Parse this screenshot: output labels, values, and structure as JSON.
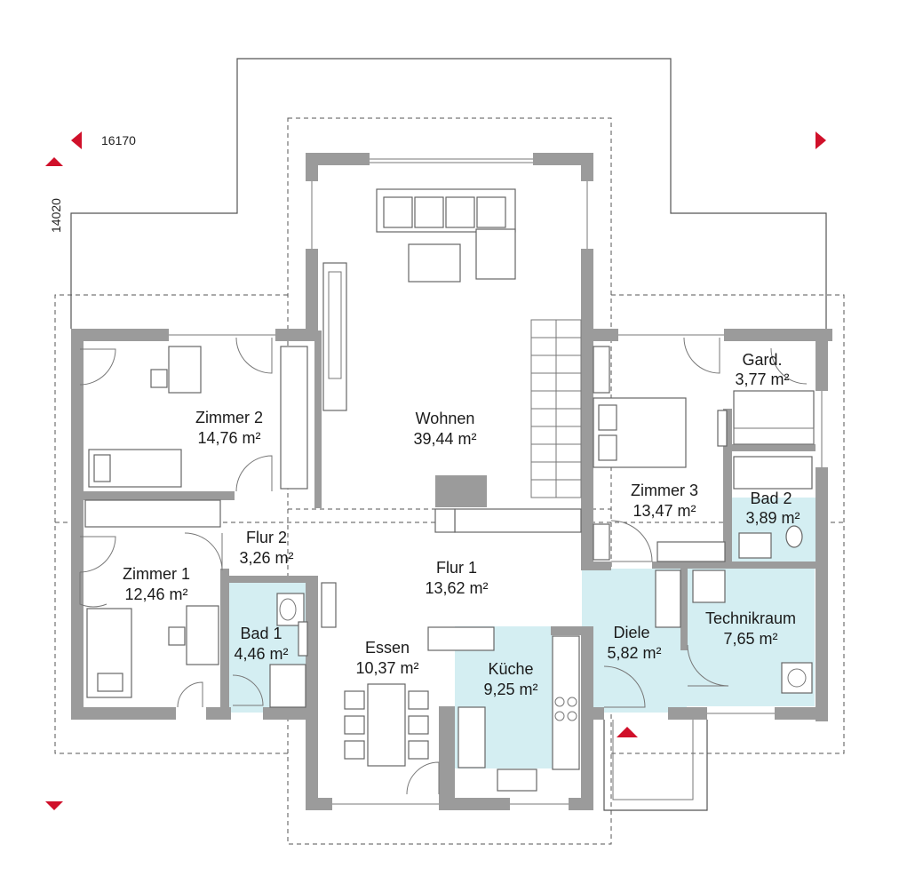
{
  "dimensions": {
    "width": "16170",
    "depth": "14020"
  },
  "rooms": {
    "wohnen": {
      "name": "Wohnen",
      "area": "39,44 m²"
    },
    "zimmer2": {
      "name": "Zimmer 2",
      "area": "14,76 m²"
    },
    "zimmer1": {
      "name": "Zimmer 1",
      "area": "12,46 m²"
    },
    "flur2": {
      "name": "Flur 2",
      "area": "3,26 m²"
    },
    "flur1": {
      "name": "Flur 1",
      "area": "13,62 m²"
    },
    "bad1": {
      "name": "Bad 1",
      "area": "4,46 m²"
    },
    "essen": {
      "name": "Essen",
      "area": "10,37 m²"
    },
    "kueche": {
      "name": "Küche",
      "area": "9,25 m²"
    },
    "zimmer3": {
      "name": "Zimmer 3",
      "area": "13,47 m²"
    },
    "gard": {
      "name": "Gard.",
      "area": "3,77 m²"
    },
    "bad2": {
      "name": "Bad 2",
      "area": "3,89 m²"
    },
    "diele": {
      "name": "Diele",
      "area": "5,82 m²"
    },
    "technikraum": {
      "name": "Technikraum",
      "area": "7,65 m²"
    }
  },
  "colors": {
    "wall": "#9b9b9b",
    "tile": "#d4eef2",
    "marker": "#d0102a"
  }
}
